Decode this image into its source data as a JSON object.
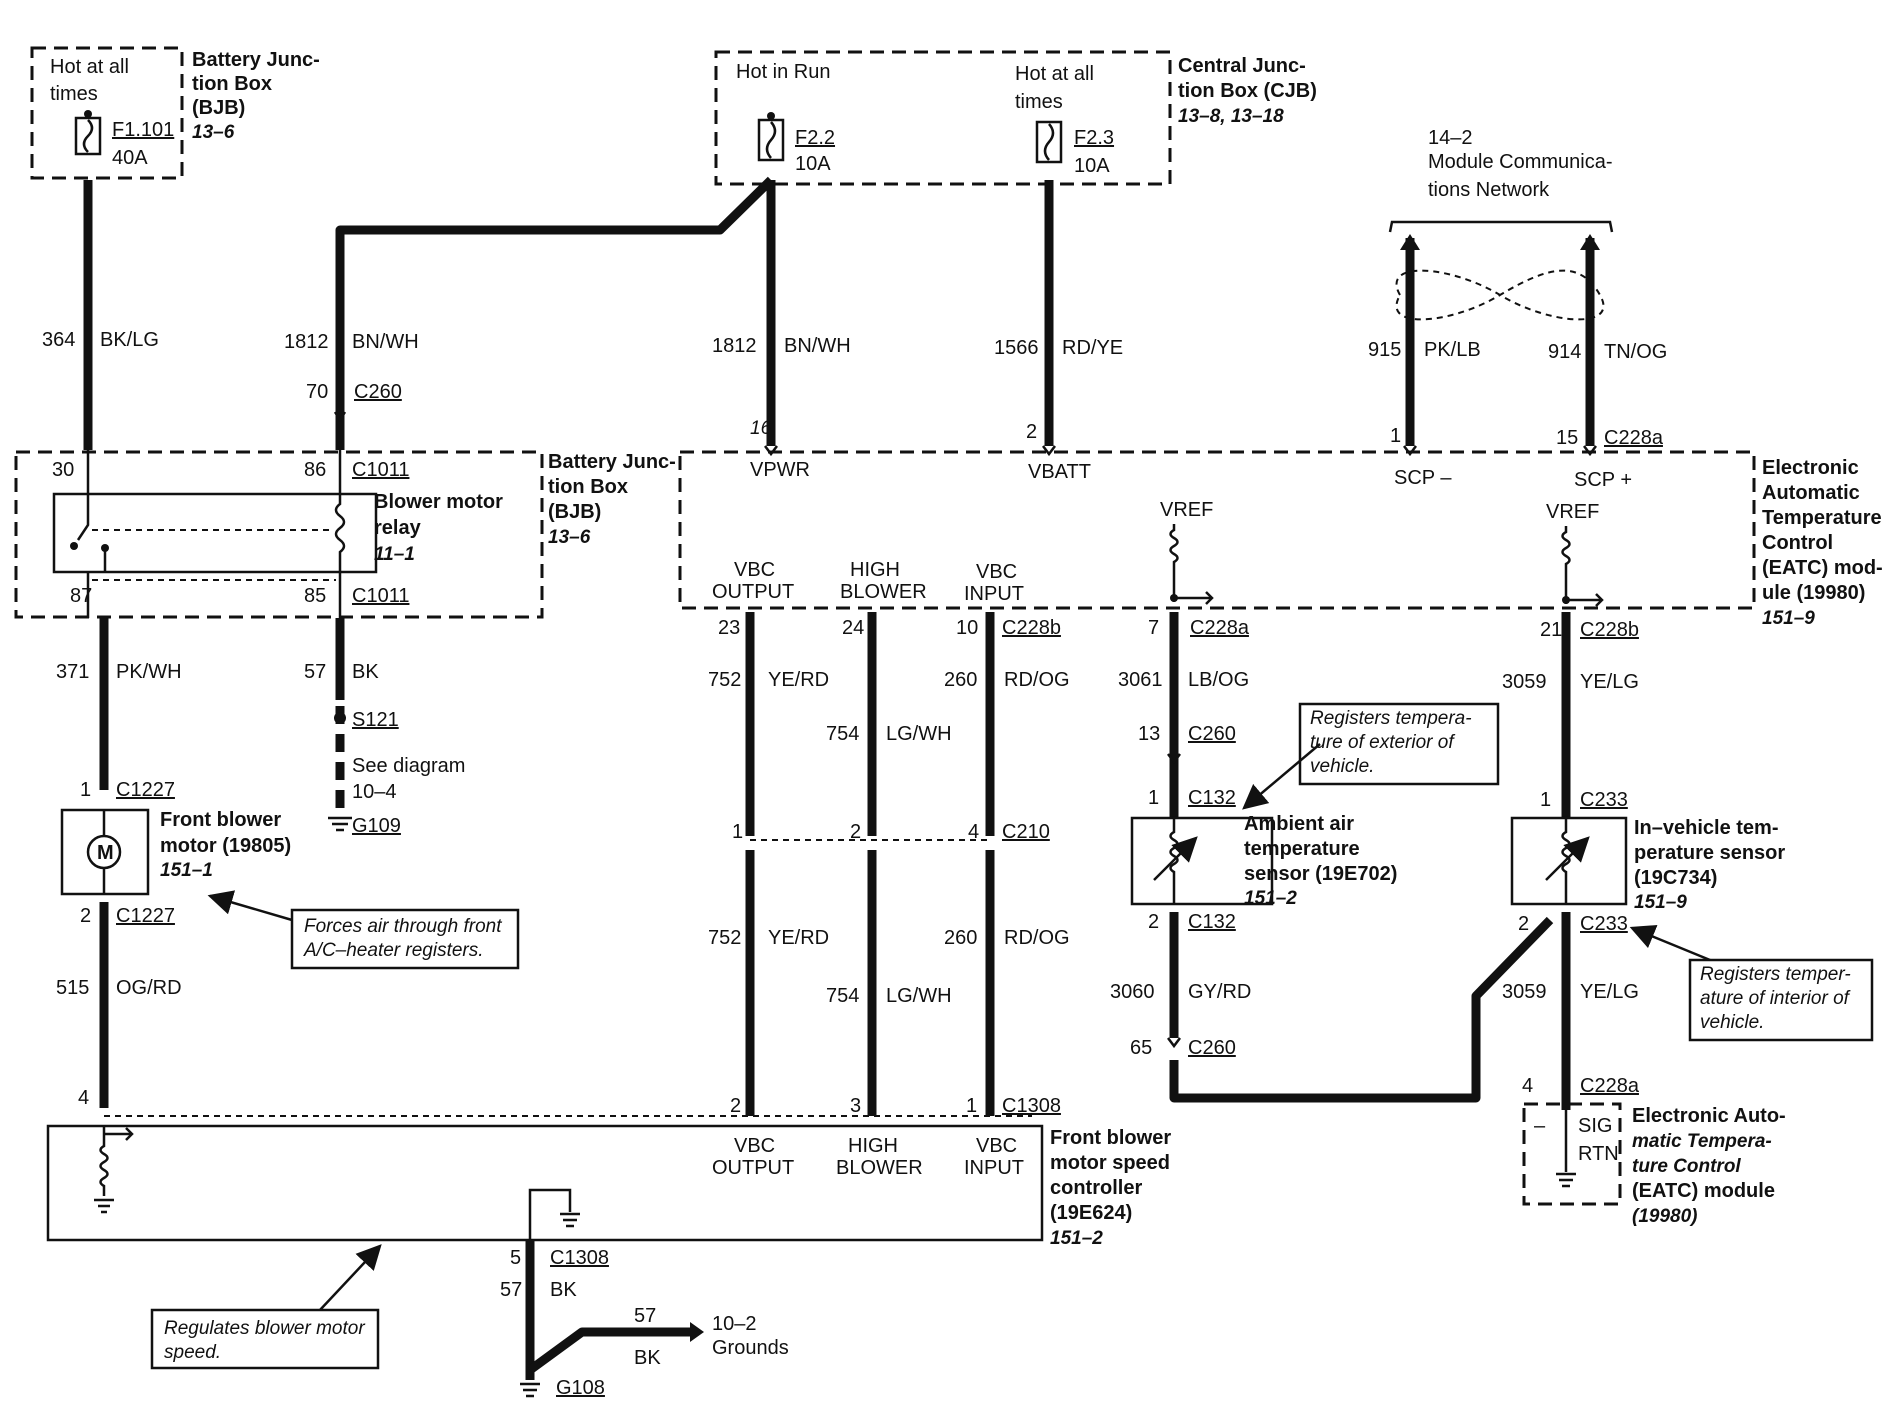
{
  "fuse_boxes": {
    "bjb_top": {
      "hot": "Hot at all",
      "hot2": "times",
      "fuse": "F1.101",
      "amps": "40A",
      "title1": "Battery Junc-",
      "title2": "tion Box",
      "title3": "(BJB)",
      "ref": "13–6"
    },
    "cjb": {
      "hot_run": "Hot in Run",
      "hot_all1": "Hot at all",
      "hot_all2": "times",
      "fuse1": "F2.2",
      "amps1": "10A",
      "fuse2": "F2.3",
      "amps2": "10A",
      "title1": "Central Junc-",
      "title2": "tion Box (CJB)",
      "ref": "13–8, 13–18"
    }
  },
  "network": {
    "line1": "14–2",
    "line2": "Module Communica-",
    "line3": "tions Network"
  },
  "wires": [
    {
      "id": "w364",
      "circuit": "364",
      "color": "BK/LG"
    },
    {
      "id": "w1812a",
      "circuit": "1812",
      "color": "BN/WH"
    },
    {
      "id": "w1812b",
      "circuit": "1812",
      "color": "BN/WH"
    },
    {
      "id": "w1566",
      "circuit": "1566",
      "color": "RD/YE"
    },
    {
      "id": "w915",
      "circuit": "915",
      "color": "PK/LB"
    },
    {
      "id": "w914",
      "circuit": "914",
      "color": "TN/OG"
    },
    {
      "id": "w371",
      "circuit": "371",
      "color": "PK/WH"
    },
    {
      "id": "w57",
      "circuit": "57",
      "color": "BK"
    },
    {
      "id": "w515",
      "circuit": "515",
      "color": "OG/RD"
    },
    {
      "id": "w752a",
      "circuit": "752",
      "color": "YE/RD"
    },
    {
      "id": "w754a",
      "circuit": "754",
      "color": "LG/WH"
    },
    {
      "id": "w260a",
      "circuit": "260",
      "color": "RD/OG"
    },
    {
      "id": "w752b",
      "circuit": "752",
      "color": "YE/RD"
    },
    {
      "id": "w754b",
      "circuit": "754",
      "color": "LG/WH"
    },
    {
      "id": "w260b",
      "circuit": "260",
      "color": "RD/OG"
    },
    {
      "id": "w3061",
      "circuit": "3061",
      "color": "LB/OG"
    },
    {
      "id": "w3060",
      "circuit": "3060",
      "color": "GY/RD"
    },
    {
      "id": "w3059a",
      "circuit": "3059",
      "color": "YE/LG"
    },
    {
      "id": "w3059b",
      "circuit": "3059",
      "color": "YE/LG"
    },
    {
      "id": "w57b",
      "circuit": "57",
      "color": "BK"
    },
    {
      "id": "w57c",
      "circuit": "57",
      "color": "BK"
    }
  ],
  "pins": {
    "c260_70": {
      "pin": "70",
      "conn": "C260"
    },
    "bjb_30": "30",
    "bjb_86": "86",
    "c1011a": "C1011",
    "bjb_87": "87",
    "bjb_85": "85",
    "c1011b": "C1011",
    "s121": "S121",
    "see1": "See diagram",
    "see2": "10–4",
    "g109": "G109",
    "c1227_1": {
      "pin": "1",
      "conn": "C1227"
    },
    "c1227_2": {
      "pin": "2",
      "conn": "C1227"
    },
    "pin4": "4",
    "vpwr_pin": "16",
    "vbatt_pin": "2",
    "scpm_pin": "1",
    "scpp_pin": "15",
    "c228a": "C228a",
    "p23": "23",
    "p24": "24",
    "p10": "10",
    "c228b": "C228b",
    "p1": "1",
    "p2": "2",
    "p4": "4",
    "c210": "C210",
    "c1308_2": "2",
    "c1308_3": "3",
    "c1308_1": "1",
    "c1308": "C1308",
    "p7": "7",
    "c228a_7": "C228a",
    "p13": "13",
    "c260_13": "C260",
    "c132_1": {
      "pin": "1",
      "conn": "C132"
    },
    "c132_2": {
      "pin": "2",
      "conn": "C132"
    },
    "p65": "65",
    "c260_65": "C260",
    "p21": "21",
    "c228b_21": "C228b",
    "c233_1": {
      "pin": "1",
      "conn": "C233"
    },
    "c233_2": {
      "pin": "2",
      "conn": "C233"
    },
    "p4b": "4",
    "c228a_4": "C228a",
    "c1308_5": {
      "pin": "5",
      "conn": "C1308"
    },
    "g108": "G108"
  },
  "relay_box": {
    "title1": "Battery Junc-",
    "title2": "tion Box",
    "title3": "(BJB)",
    "ref": "13–6",
    "relay1": "Blower motor",
    "relay2": "relay",
    "relay_ref": "11–1"
  },
  "eatc": {
    "vpwr": "VPWR",
    "vbatt": "VBATT",
    "scpm": "SCP –",
    "scpp": "SCP +",
    "vref1": "VREF",
    "vref2": "VREF",
    "vbc_out1": "VBC",
    "vbc_out2": "OUTPUT",
    "high1": "HIGH",
    "high2": "BLOWER",
    "vbc_in1": "VBC",
    "vbc_in2": "INPUT",
    "t1": "Electronic",
    "t2": "Automatic",
    "t3": "Temperature",
    "t4": "Control",
    "t5": "(EATC) mod-",
    "t6": "ule (19980)",
    "ref": "151–9"
  },
  "motor": {
    "t1": "Front blower",
    "t2": "motor (19805)",
    "ref": "151–1",
    "symbol": "M"
  },
  "controller": {
    "vbc_out1": "VBC",
    "vbc_out2": "OUTPUT",
    "high1": "HIGH",
    "high2": "BLOWER",
    "vbc_in1": "VBC",
    "vbc_in2": "INPUT",
    "t1": "Front blower",
    "t2": "motor speed",
    "t3": "controller",
    "t4": "(19E624)",
    "ref": "151–2"
  },
  "ambient": {
    "t1": "Ambient air",
    "t2": "temperature",
    "t3": "sensor (19E702)",
    "ref": "151–2"
  },
  "invehicle": {
    "t1": "In–vehicle tem-",
    "t2": "perature sensor",
    "t3": "(19C734)",
    "ref": "151–9"
  },
  "eatc2": {
    "sig": "SIG",
    "rtn": "RTN",
    "minus": "–",
    "t1": "Electronic Auto-",
    "t2": "matic Tempera-",
    "t3": "ture Control",
    "t4": "(EATC) module",
    "t5": "(19980)"
  },
  "grounds": {
    "num": "57",
    "l1": "10–2",
    "l2": "Grounds",
    "color": "BK"
  },
  "callouts": {
    "forces1": "Forces air through front",
    "forces2": "A/C–heater registers.",
    "regulates1": "Regulates blower motor",
    "regulates2": "speed.",
    "ambient1": "Registers tempera-",
    "ambient2": "ture of exterior of",
    "ambient3": "vehicle.",
    "interior1": "Registers temper-",
    "interior2": "ature of interior of",
    "interior3": "vehicle."
  }
}
